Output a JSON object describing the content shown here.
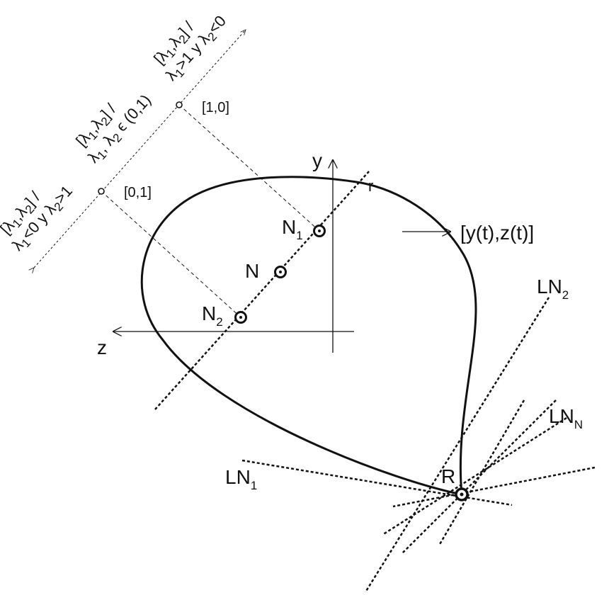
{
  "labels": {
    "y_axis": "y",
    "z_axis": "z",
    "line_r": "r",
    "curve": "[y(t),z(t)]",
    "N": "N",
    "N1_base": "N",
    "N1_sub": "1",
    "N2_base": "N",
    "N2_sub": "2",
    "R": "R",
    "LN1_base": "LN",
    "LN1_sub": "1",
    "LN2_base": "LN",
    "LN2_sub": "2",
    "LNN_base": "LN",
    "LNN_sub": "N",
    "pt_10": "[1,0]",
    "pt_01": "[0,1]"
  },
  "regions": {
    "right": {
      "line1_a": "[λ",
      "line1_s1": "1",
      "line1_b": ",λ",
      "line1_s2": "2",
      "line1_c": "] /",
      "line2_a": "λ",
      "line2_s1": "1",
      "line2_b": ">1 y λ",
      "line2_s2": "2",
      "line2_c": "<0"
    },
    "middle": {
      "line1_a": "[λ",
      "line1_s1": "1",
      "line1_b": ",λ",
      "line1_s2": "2",
      "line1_c": "] /",
      "line2_a": "λ",
      "line2_s1": "1",
      "line2_b": ", λ",
      "line2_s2": "2",
      "line2_c": " ϵ (0,1)"
    },
    "left": {
      "line1_a": "[λ",
      "line1_s1": "1",
      "line1_b": ",λ",
      "line1_s2": "2",
      "line1_c": "] /",
      "line2_a": "λ",
      "line2_s1": "1",
      "line2_b": "<0 y λ",
      "line2_s2": "2",
      "line2_c": ">1"
    }
  }
}
